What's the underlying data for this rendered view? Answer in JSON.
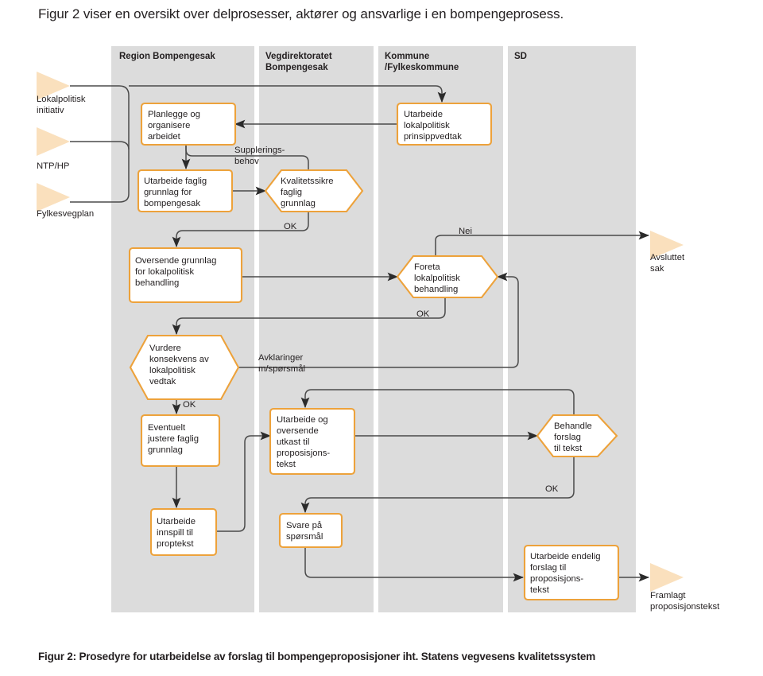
{
  "intro": "Figur 2 viser en oversikt over delprosesser, aktører og ansvarlige i en bompengeprosess.",
  "caption": "Figur 2: Prosedyre for utarbeidelse av forslag til bompengeproposisjoner iht. Statens vegvesens kvalitetssystem",
  "colors": {
    "lane_band": "#dcdcdc",
    "shape_stroke": "#eda23b",
    "shape_fill": "#ffffff",
    "connector": "#4a4a4a",
    "terminator": "#fae0bd",
    "text": "#231f20"
  },
  "lanes": [
    {
      "id": "lane-region",
      "label_lines": [
        "Region Bompengesak"
      ]
    },
    {
      "id": "lane-vegdir",
      "label_lines": [
        "Vegdirektoratet",
        "Bompengesak"
      ]
    },
    {
      "id": "lane-kommune",
      "label_lines": [
        "Kommune",
        "/Fylkeskommune"
      ]
    },
    {
      "id": "lane-sd",
      "label_lines": [
        "SD"
      ]
    }
  ],
  "inputs": [
    {
      "id": "input-lokalpolitisk-initiativ",
      "label_lines": [
        "Lokalpolitisk",
        "initiativ"
      ]
    },
    {
      "id": "input-ntp-hp",
      "label_lines": [
        "NTP/HP"
      ]
    },
    {
      "id": "input-fylkesvegplan",
      "label_lines": [
        "Fylkesvegplan"
      ]
    }
  ],
  "outputs": [
    {
      "id": "output-avsluttet-sak",
      "label_lines": [
        "Avsluttet",
        "sak"
      ]
    },
    {
      "id": "output-framlagt-proposisjonstekst",
      "label_lines": [
        "Framlagt",
        "proposisjonstekst"
      ]
    }
  ],
  "nodes": [
    {
      "id": "node-planlegge-organisere",
      "lane": "lane-region",
      "shape": "process",
      "lines": [
        "Planlegge og",
        "organisere",
        "arbeidet"
      ]
    },
    {
      "id": "node-utarbeide-faglig-grunnlag",
      "lane": "lane-region",
      "shape": "process",
      "lines": [
        "Utarbeide faglig",
        "grunnlag for",
        "bompengesak"
      ]
    },
    {
      "id": "node-kvalitetssikre-faglig-grunnlag",
      "lane": "lane-vegdir",
      "shape": "decision",
      "lines": [
        "Kvalitetssikre",
        "faglig",
        "grunnlag"
      ]
    },
    {
      "id": "node-utarbeide-lokalpolitisk-prinsippvedtak",
      "lane": "lane-kommune",
      "shape": "process",
      "lines": [
        "Utarbeide",
        "lokalpolitisk",
        "prinsippvedtak"
      ]
    },
    {
      "id": "node-oversende-grunnlag",
      "lane": "lane-region",
      "shape": "process",
      "lines": [
        "Oversende grunnlag",
        "for lokalpolitisk",
        "behandling"
      ]
    },
    {
      "id": "node-foreta-lokalpolitisk-behandling",
      "lane": "lane-kommune",
      "shape": "decision",
      "lines": [
        "Foreta",
        "lokalpolitisk",
        "behandling"
      ]
    },
    {
      "id": "node-vurdere-konsekvens",
      "lane": "lane-region",
      "shape": "decision",
      "lines": [
        "Vurdere",
        "konsekvens av",
        "lokalpolitisk",
        "vedtak"
      ]
    },
    {
      "id": "node-eventuelt-justere-faglig-grunnlag",
      "lane": "lane-region",
      "shape": "process",
      "lines": [
        "Eventuelt",
        "justere faglig",
        "grunnlag"
      ]
    },
    {
      "id": "node-utarbeide-og-oversende-utkast",
      "lane": "lane-vegdir",
      "shape": "process",
      "lines": [
        "Utarbeide og",
        "oversende",
        "utkast til",
        "proposisjons-",
        "tekst"
      ]
    },
    {
      "id": "node-behandle-forslag-til-tekst",
      "lane": "lane-sd",
      "shape": "decision",
      "lines": [
        "Behandle",
        "forslag",
        "til tekst"
      ]
    },
    {
      "id": "node-utarbeide-innspill-til-proptekst",
      "lane": "lane-region",
      "shape": "process",
      "lines": [
        "Utarbeide",
        "innspill til",
        "proptekst"
      ]
    },
    {
      "id": "node-svare-pa-sporsmal",
      "lane": "lane-vegdir",
      "shape": "process",
      "lines": [
        "Svare på",
        "spørsmål"
      ]
    },
    {
      "id": "node-utarbeide-endelig-forslag",
      "lane": "lane-sd",
      "shape": "process",
      "lines": [
        "Utarbeide endelig",
        "forslag til",
        "proposisjons-",
        "tekst"
      ]
    }
  ],
  "edge_labels": [
    {
      "id": "edge-label-suppleringsbehov",
      "lines": [
        "Suppleringsbehov"
      ],
      "text_lines": [
        "Suppleringsbehov"
      ]
    },
    {
      "id": "edge-label-ok-kvalitetssikre",
      "text": "OK"
    },
    {
      "id": "edge-label-nei",
      "text": "Nei"
    },
    {
      "id": "edge-label-ok-foreta",
      "text": "OK"
    },
    {
      "id": "edge-label-avklaringer",
      "lines": [
        "Avklaringer",
        "m/spørsmål"
      ]
    },
    {
      "id": "edge-label-ok-vurdere",
      "text": "OK"
    },
    {
      "id": "edge-label-ok-behandle",
      "text": "OK"
    }
  ],
  "text": {
    "lane1": "Region Bompengesak",
    "lane2a": "Vegdirektoratet",
    "lane2b": "Bompengesak",
    "lane3a": "Kommune",
    "lane3b": "/Fylkeskommune",
    "lane4": "SD",
    "in1a": "Lokalpolitisk",
    "in1b": "initiativ",
    "in2a": "NTP/HP",
    "in3a": "Fylkesvegplan",
    "out1a": "Avsluttet",
    "out1b": "sak",
    "out2a": "Framlagt",
    "out2b": "proposisjonstekst",
    "n1a": "Planlegge og",
    "n1b": "organisere",
    "n1c": "arbeidet",
    "n2a": "Utarbeide faglig",
    "n2b": "grunnlag for",
    "n2c": "bompengesak",
    "n3a": "Kvalitetssikre",
    "n3b": "faglig",
    "n3c": "grunnlag",
    "n4a": "Utarbeide",
    "n4b": "lokalpolitisk",
    "n4c": "prinsippvedtak",
    "n5a": "Oversende grunnlag",
    "n5b": "for lokalpolitisk",
    "n5c": "behandling",
    "n6a": "Foreta",
    "n6b": "lokalpolitisk",
    "n6c": "behandling",
    "n7a": "Vurdere",
    "n7b": "konsekvens av",
    "n7c": "lokalpolitisk",
    "n7d": "vedtak",
    "n8a": "Eventuelt",
    "n8b": "justere faglig",
    "n8c": "grunnlag",
    "n9a": "Utarbeide og",
    "n9b": "oversende",
    "n9c": "utkast til",
    "n9d": "proposisjons-",
    "n9e": "tekst",
    "n10a": "Behandle",
    "n10b": "forslag",
    "n10c": "til tekst",
    "n11a": "Utarbeide",
    "n11b": "innspill til",
    "n11c": "proptekst",
    "n12a": "Svare på",
    "n12b": "spørsmål",
    "n13a": "Utarbeide endelig",
    "n13b": "forslag til",
    "n13c": "proposisjons-",
    "n13d": "tekst",
    "lbl_suppl_a": "Supplerings-",
    "lbl_suppl_b": "behov",
    "lbl_ok1": "OK",
    "lbl_nei": "Nei",
    "lbl_ok2": "OK",
    "lbl_avkl_a": "Avklaringer",
    "lbl_avkl_b": "m/spørsmål",
    "lbl_ok3": "OK",
    "lbl_ok4": "OK"
  }
}
